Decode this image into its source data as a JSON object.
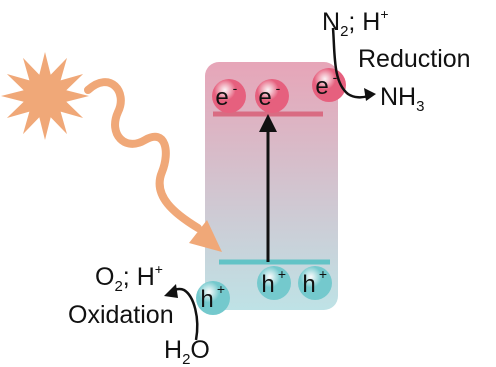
{
  "colors": {
    "sun": "#f0a878",
    "electron": "#e6607e",
    "hole": "#74c9cd",
    "cb_line": "#d96b82",
    "vb_line": "#63c3c6",
    "box_top": "#e49bb0",
    "box_bottom": "#b7dfe3"
  },
  "electron": {
    "symbol": "e",
    "charge": "-"
  },
  "hole": {
    "symbol": "h",
    "charge": "+"
  },
  "reduction": {
    "reactant_n": "N",
    "reactant_n_sub": "2",
    "reactant_sep": "; H",
    "reactant_h_sup": "+",
    "label": "Reduction",
    "product_n": "NH",
    "product_sub": "3"
  },
  "oxidation": {
    "product_o": "O",
    "product_o_sub": "2",
    "product_sep": "; H",
    "product_h_sup": "+",
    "label": "Oxidation",
    "reactant_h": "H",
    "reactant_sub": "2",
    "reactant_o": "O"
  },
  "icons": [
    "sun-icon",
    "light-wave-arrow-icon",
    "excitation-arrow-icon"
  ]
}
